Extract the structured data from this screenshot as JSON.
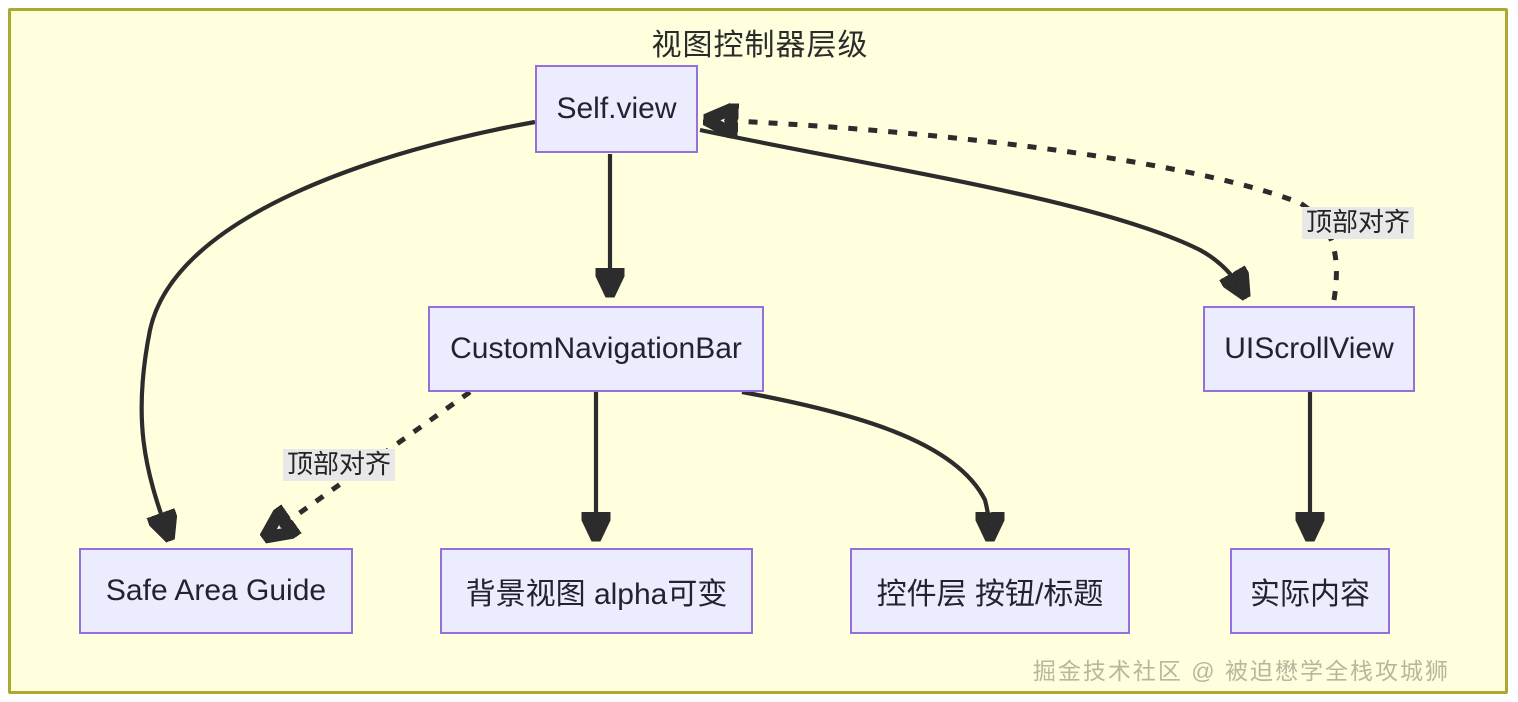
{
  "diagram": {
    "title": "视图控制器层级",
    "background_color": "#ffffde",
    "frame_border_color": "#aaaa33",
    "node_fill": "#ececff",
    "node_border": "#9370db",
    "edge_color": "#2c2c2c",
    "label_background": "#e8e8e8",
    "type": "flowchart",
    "nodes": [
      {
        "id": "self_view",
        "label": "Self.view"
      },
      {
        "id": "custom_nav",
        "label": "CustomNavigationBar"
      },
      {
        "id": "scroll",
        "label": "UIScrollView"
      },
      {
        "id": "safe_area",
        "label": "Safe Area Guide"
      },
      {
        "id": "bg_view",
        "label": "背景视图 alpha可变"
      },
      {
        "id": "controls",
        "label": "控件层 按钮/标题"
      },
      {
        "id": "content",
        "label": "实际内容"
      }
    ],
    "edges": [
      {
        "from": "self_view",
        "to": "safe_area",
        "style": "solid",
        "label": ""
      },
      {
        "from": "self_view",
        "to": "custom_nav",
        "style": "solid",
        "label": ""
      },
      {
        "from": "self_view",
        "to": "scroll",
        "style": "solid",
        "label": ""
      },
      {
        "from": "scroll",
        "to": "self_view",
        "style": "dotted",
        "label": "顶部对齐"
      },
      {
        "from": "custom_nav",
        "to": "safe_area",
        "style": "dotted",
        "label": "顶部对齐"
      },
      {
        "from": "custom_nav",
        "to": "bg_view",
        "style": "solid",
        "label": ""
      },
      {
        "from": "custom_nav",
        "to": "controls",
        "style": "solid",
        "label": ""
      },
      {
        "from": "scroll",
        "to": "content",
        "style": "solid",
        "label": ""
      }
    ],
    "edge_labels": {
      "nav_to_safe": "顶部对齐",
      "scroll_to_self": "顶部对齐"
    },
    "watermark": "掘金技术社区 @ 被迫懋学全栈攻城狮"
  }
}
